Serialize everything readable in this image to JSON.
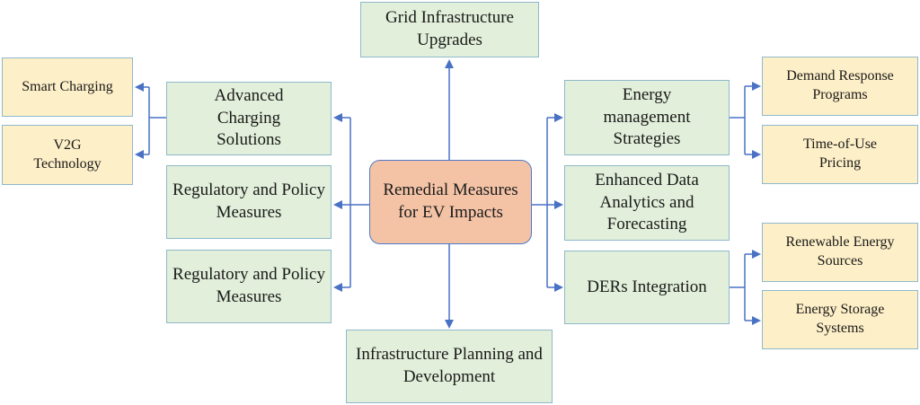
{
  "center": {
    "label": "Remedial Measures for EV Impacts"
  },
  "top": {
    "label": "Grid Infrastructure Upgrades"
  },
  "bottom": {
    "label": "Infrastructure Planning and Development"
  },
  "left": {
    "items": [
      {
        "label": "Advanced Charging Solutions",
        "children": [
          "Smart Charging",
          "V2G Technology"
        ]
      },
      {
        "label": "Regulatory and Policy Measures"
      },
      {
        "label": "Regulatory and Policy Measures"
      }
    ]
  },
  "right": {
    "items": [
      {
        "label": "Energy management Strategies",
        "children": [
          "Demand Response Programs",
          "Time-of-Use Pricing"
        ]
      },
      {
        "label": "Enhanced Data Analytics and Forecasting"
      },
      {
        "label": "DERs Integration",
        "children": [
          "Renewable Energy Sources",
          "Energy Storage Systems"
        ]
      }
    ]
  },
  "colors": {
    "center_fill": "#f4c3a6",
    "center_border": "#4f79c7",
    "node_fill": "#e2efda",
    "leaf_fill": "#fdefc7",
    "node_border": "#8fb9cc",
    "connector": "#4a72c4"
  }
}
